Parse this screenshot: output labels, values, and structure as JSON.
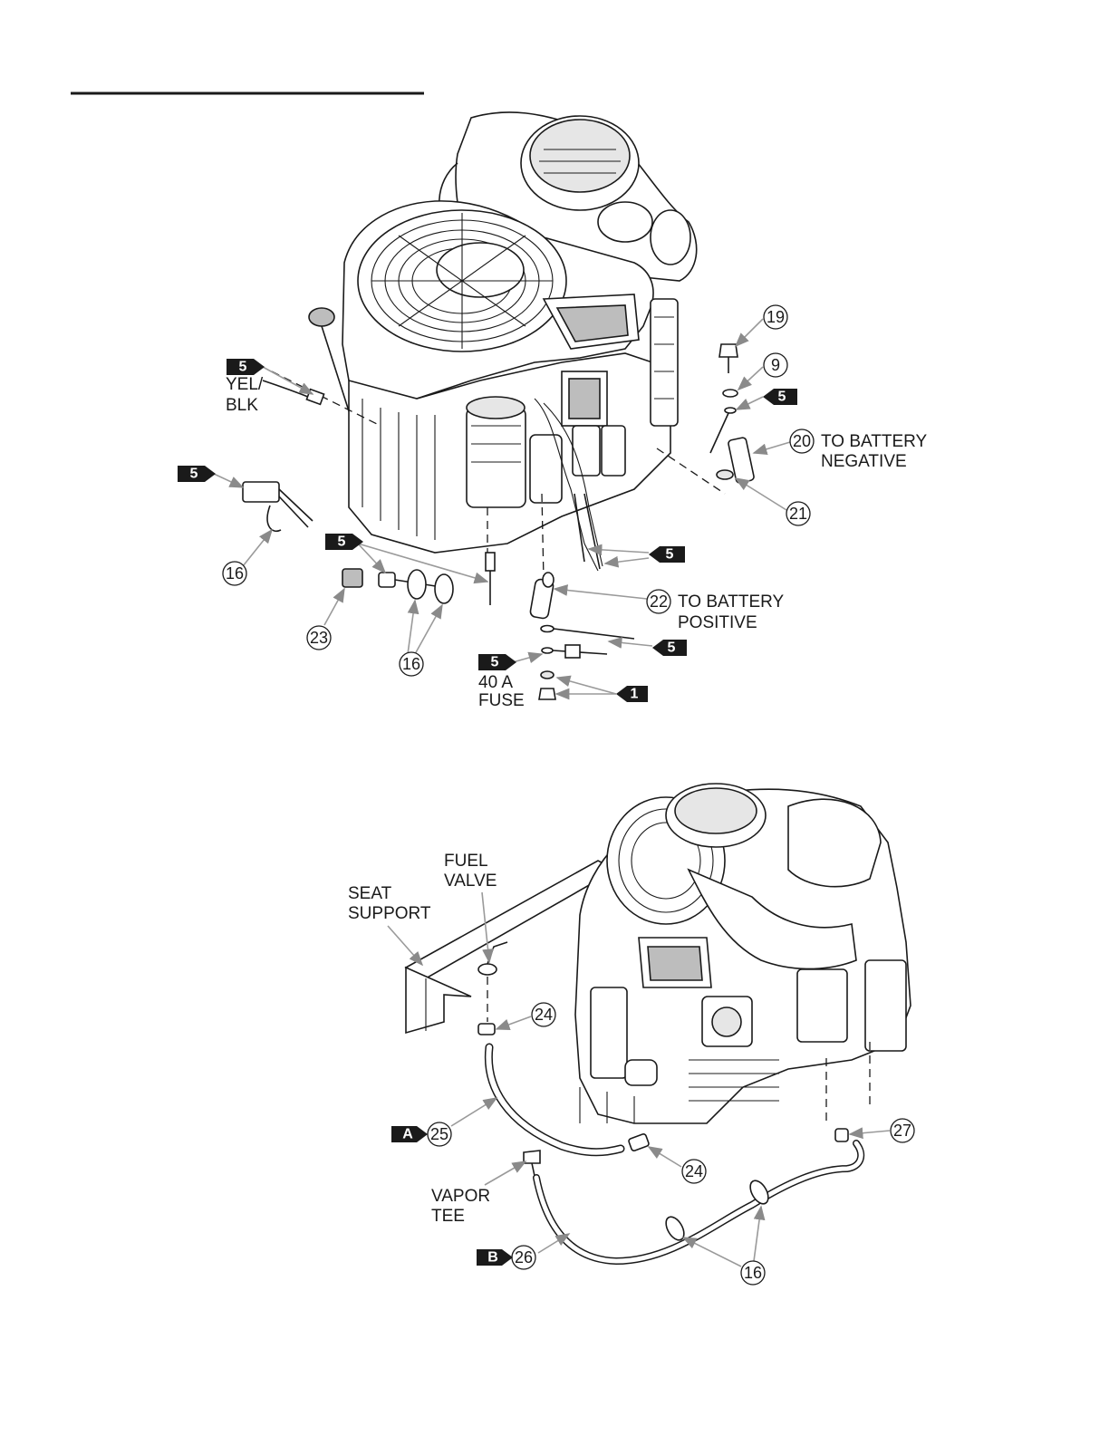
{
  "labels": {
    "yel_blk_1": "YEL/",
    "yel_blk_2": "BLK",
    "battery_negative_1": "TO BATTERY",
    "battery_negative_2": "NEGATIVE",
    "battery_positive_1": "TO BATTERY",
    "battery_positive_2": "POSITIVE",
    "fuse_1": "40 A",
    "fuse_2": "FUSE",
    "seat_support_1": "SEAT",
    "seat_support_2": "SUPPORT",
    "fuel_valve_1": "FUEL",
    "fuel_valve_2": "VALVE",
    "vapor_tee_1": "VAPOR",
    "vapor_tee_2": "TEE"
  },
  "callouts": {
    "c19": "19",
    "c9": "9",
    "c20": "20",
    "c21": "21",
    "c16a": "16",
    "c16b": "16",
    "c22": "22",
    "c23": "23",
    "c24a": "24",
    "c24b": "24",
    "c25": "25",
    "c26": "26",
    "c27": "27",
    "c16c": "16"
  },
  "tags": {
    "t5_yel": "5",
    "t5_right": "5",
    "t5_left": "5",
    "t5_center": "5",
    "t5_wires": "5",
    "t5_cable": "5",
    "t5_fuse": "5",
    "t1": "1",
    "tA": "A",
    "tB": "B"
  }
}
